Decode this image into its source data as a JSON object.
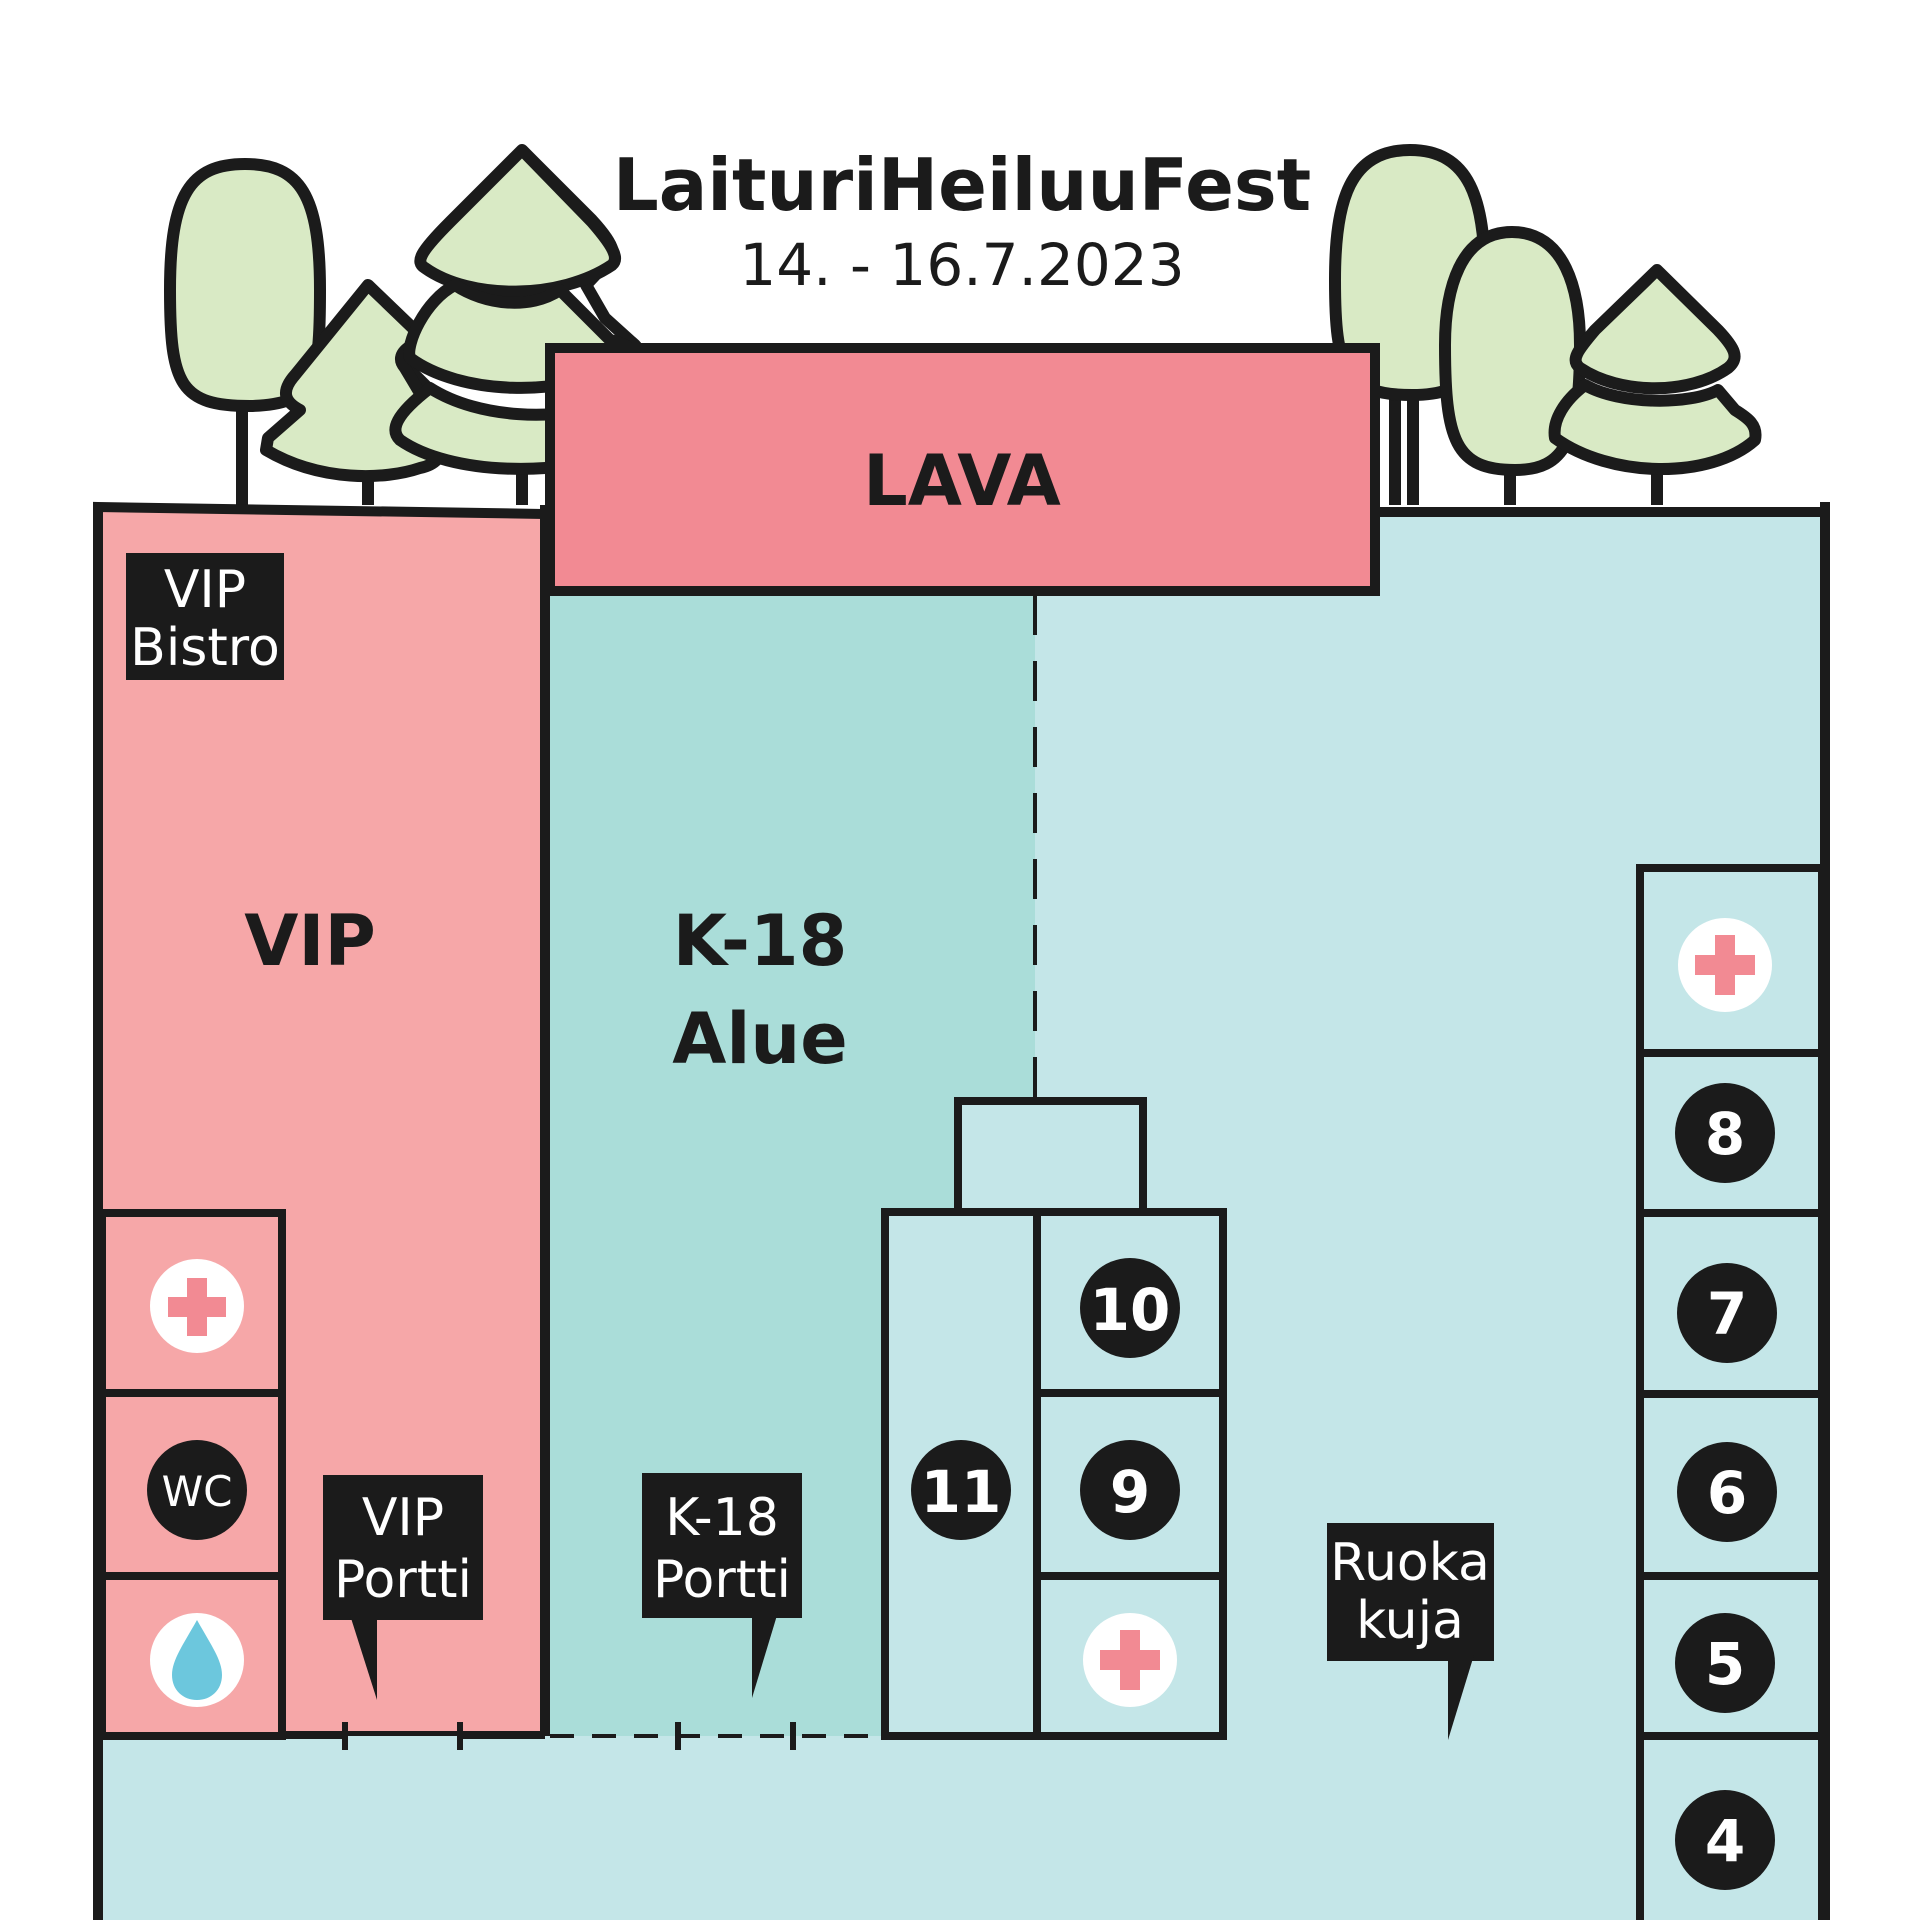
{
  "header": {
    "title": "LaituriHeiluuFest",
    "dates": "14. - 16.7.2023"
  },
  "areas": {
    "stage": "LAVA",
    "vip": "VIP",
    "k18_line1": "K-18",
    "k18_line2": "Alue"
  },
  "signs": {
    "vip_bistro": [
      "VIP",
      "Bistro"
    ],
    "vip_gate": [
      "VIP",
      "Portti"
    ],
    "k18_gate": [
      "K-18",
      "Portti"
    ],
    "food_alley": [
      "Ruoka",
      "kuja"
    ]
  },
  "facilities": {
    "wc": "WC",
    "first_aid_icon": "first-aid-icon",
    "water_icon": "water-drop-icon"
  },
  "stalls": {
    "right_column": [
      "8",
      "7",
      "6",
      "5",
      "4"
    ],
    "center_right": [
      "10",
      "9"
    ],
    "center_left": "11"
  },
  "colors": {
    "vip_area": "#f6a7a8",
    "stage": "#f28a93",
    "k18_area": "#aaddd9",
    "public_area": "#c4e6e8",
    "trees": "#d9eac5",
    "outline": "#1b1b1b",
    "first_aid_cross": "#f28a93",
    "water_drop": "#6cc7dd"
  }
}
